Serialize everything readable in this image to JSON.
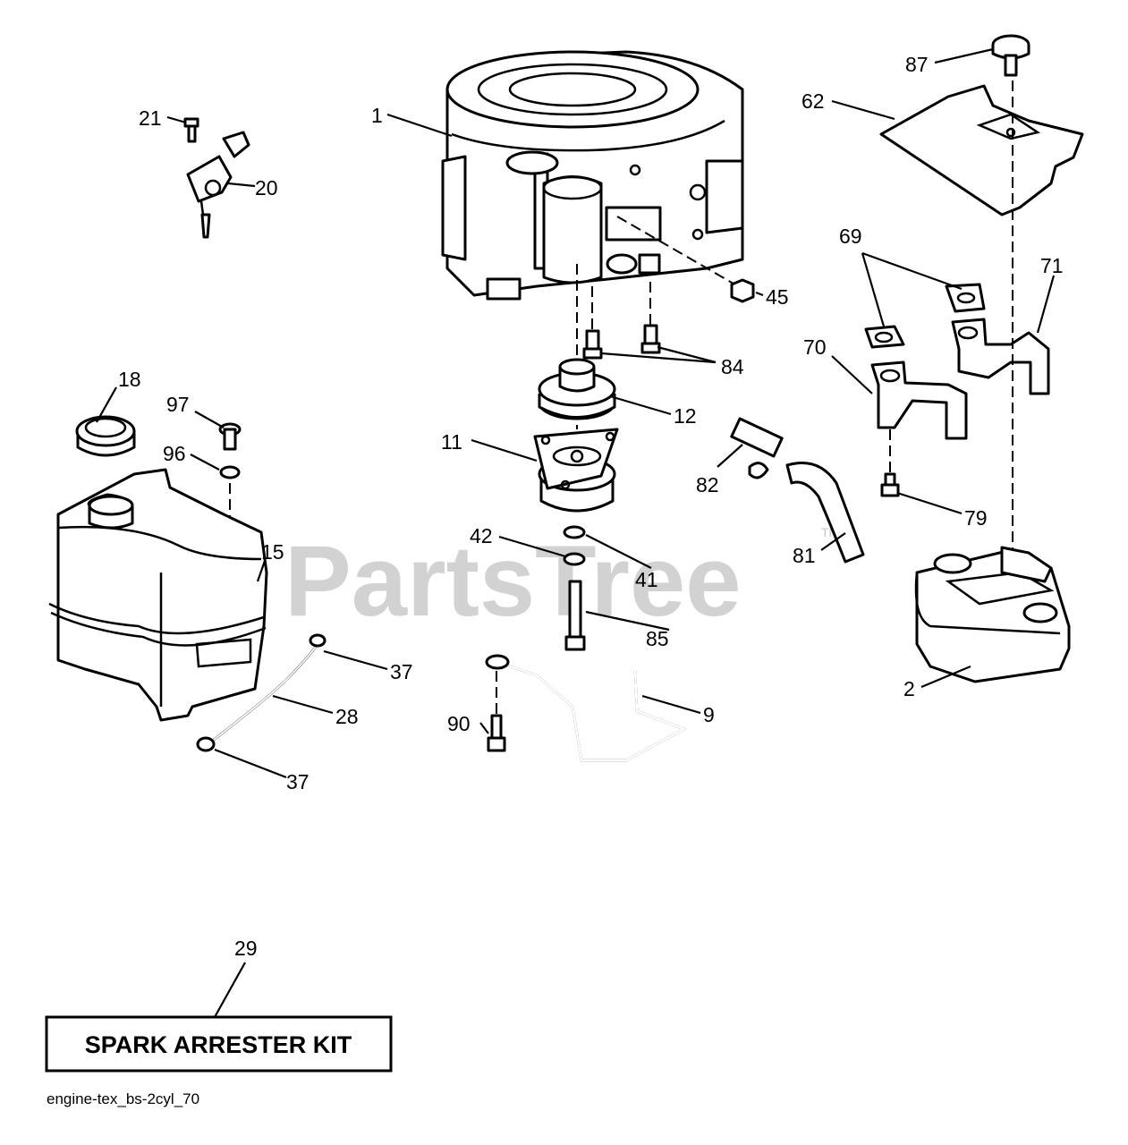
{
  "watermark": {
    "text": "PartsTree",
    "tm": "TM"
  },
  "callouts": {
    "c1": "1",
    "c2": "2",
    "c9": "9",
    "c11": "11",
    "c12": "12",
    "c15": "15",
    "c18": "18",
    "c20": "20",
    "c21": "21",
    "c28": "28",
    "c29": "29",
    "c37a": "37",
    "c37b": "37",
    "c41": "41",
    "c42": "42",
    "c45": "45",
    "c62": "62",
    "c69": "69",
    "c70": "70",
    "c71": "71",
    "c79": "79",
    "c81": "81",
    "c82": "82",
    "c84": "84",
    "c85": "85",
    "c87": "87",
    "c90": "90",
    "c96": "96",
    "c97": "97"
  },
  "kit_label": "SPARK ARRESTER KIT",
  "diagram_code": "engine-tex_bs-2cyl_70"
}
